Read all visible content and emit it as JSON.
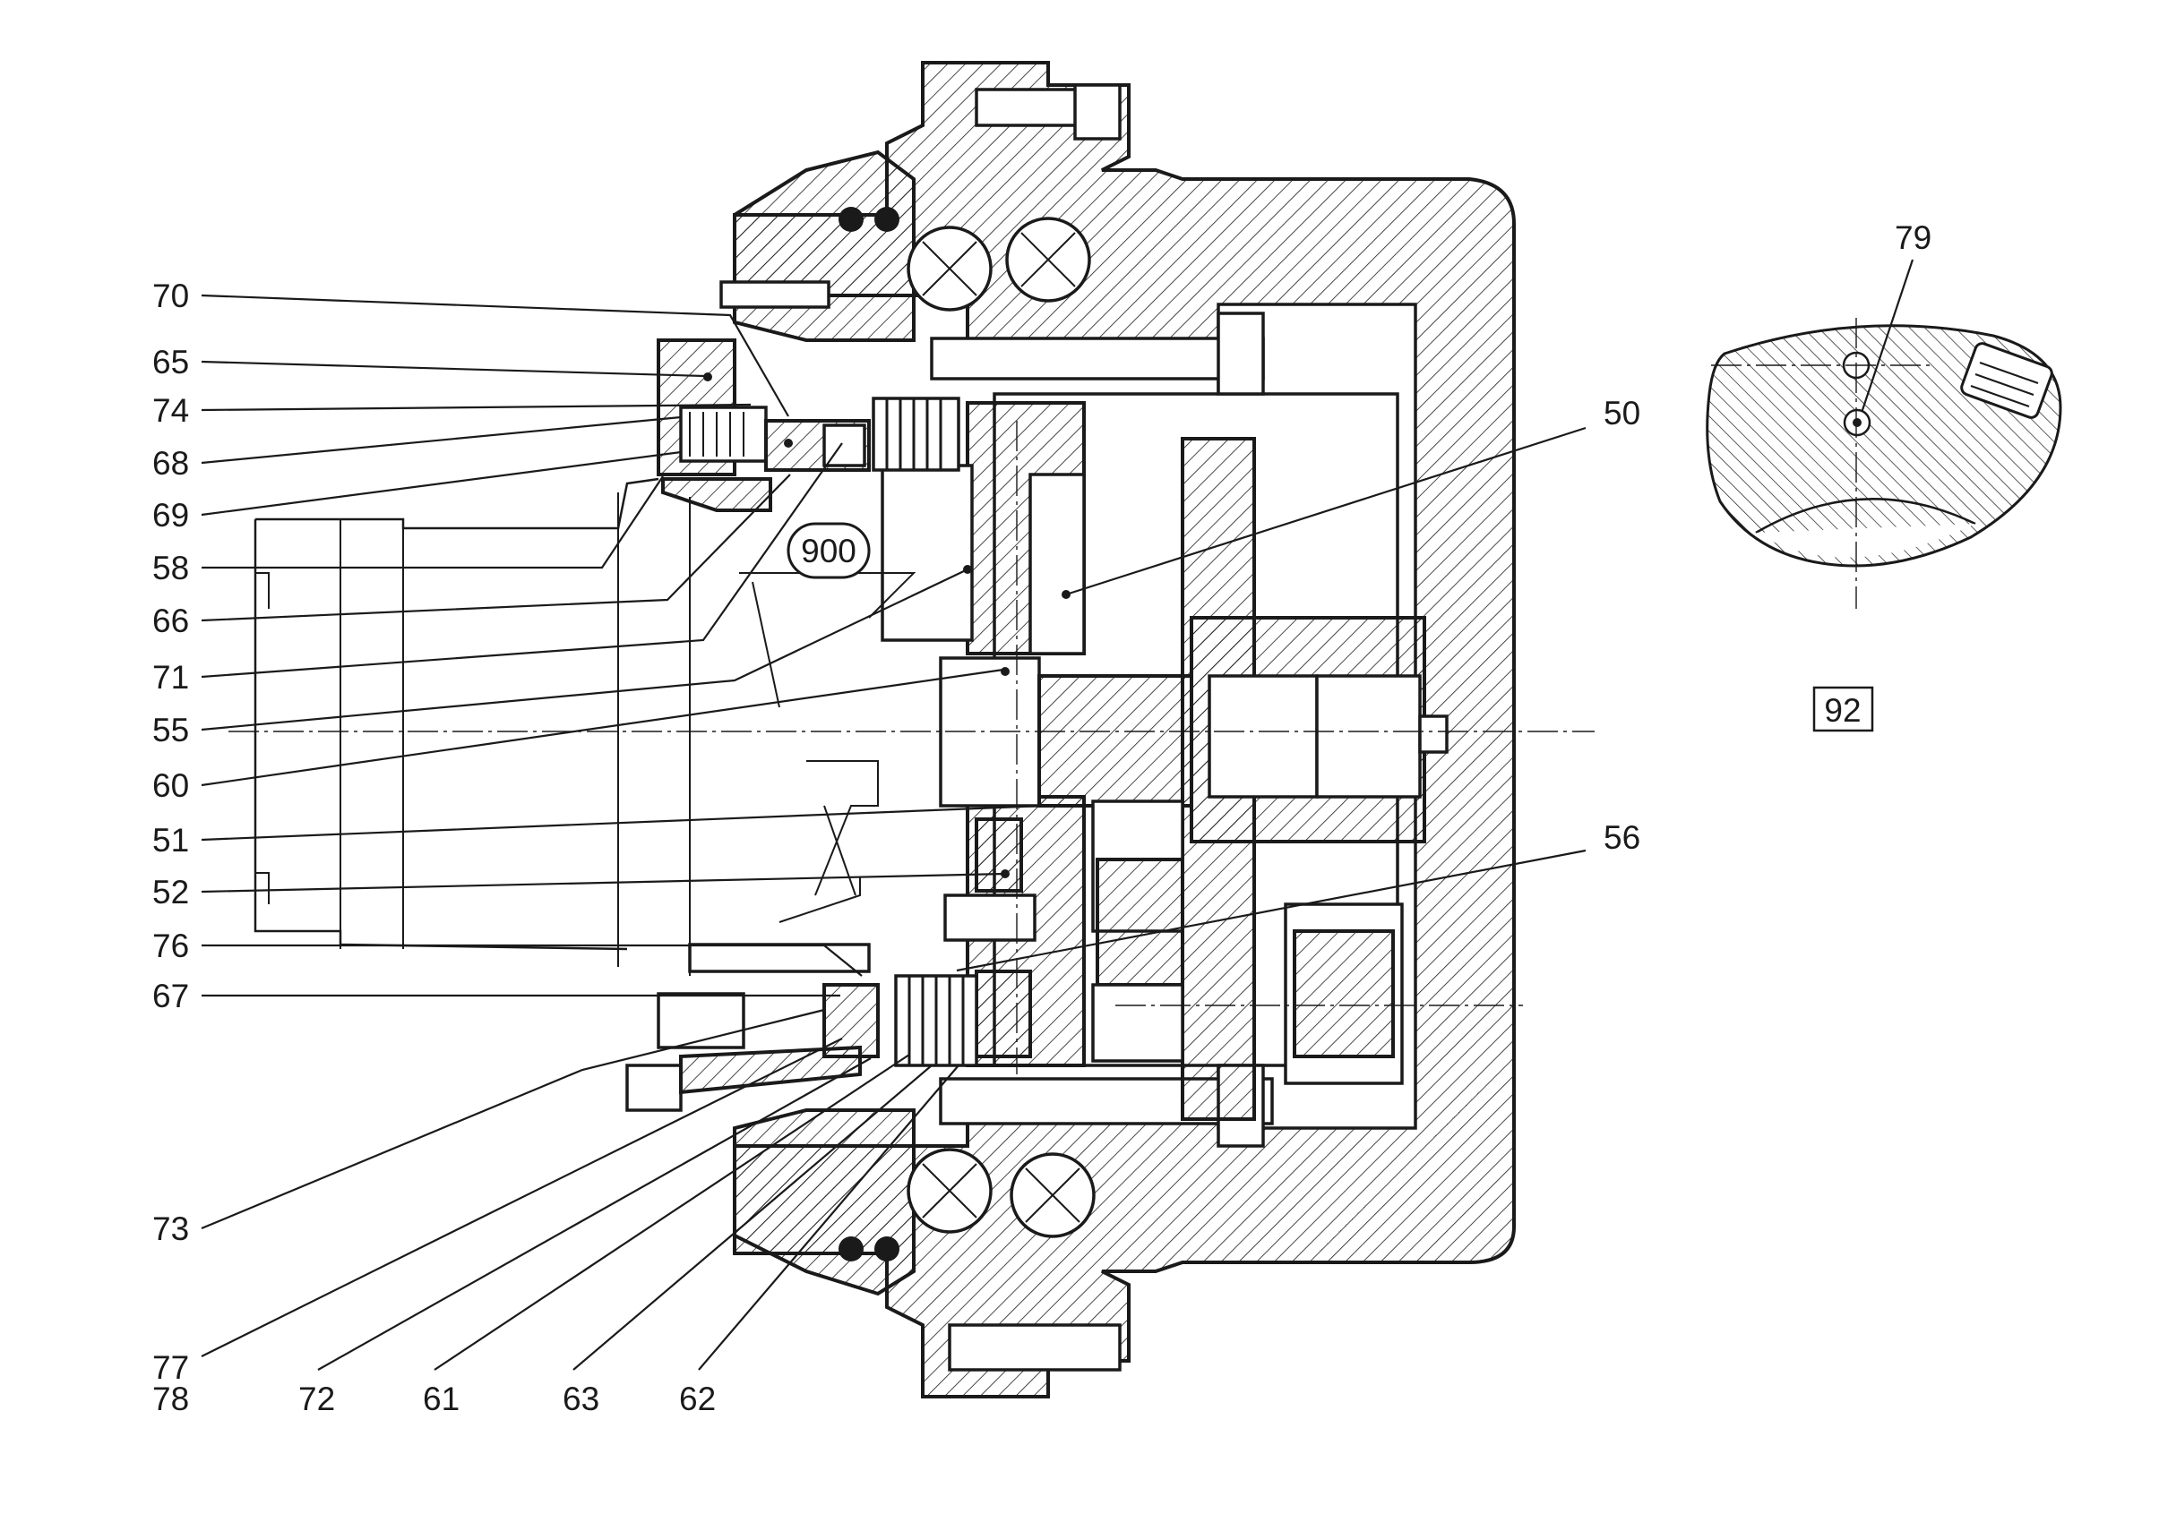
{
  "callouts_left": [
    "70",
    "65",
    "74",
    "68",
    "69",
    "58",
    "66",
    "71",
    "55",
    "60",
    "51",
    "52",
    "76",
    "67",
    "73"
  ],
  "callouts_bottom": [
    "77",
    "78",
    "72",
    "61",
    "63",
    "62"
  ],
  "callouts_right": [
    "50",
    "56"
  ],
  "circled_label": "900",
  "detail_view": {
    "callout": "79",
    "view_number": "92"
  },
  "colors": {
    "line": "#1a1a1a",
    "background": "#ffffff"
  }
}
